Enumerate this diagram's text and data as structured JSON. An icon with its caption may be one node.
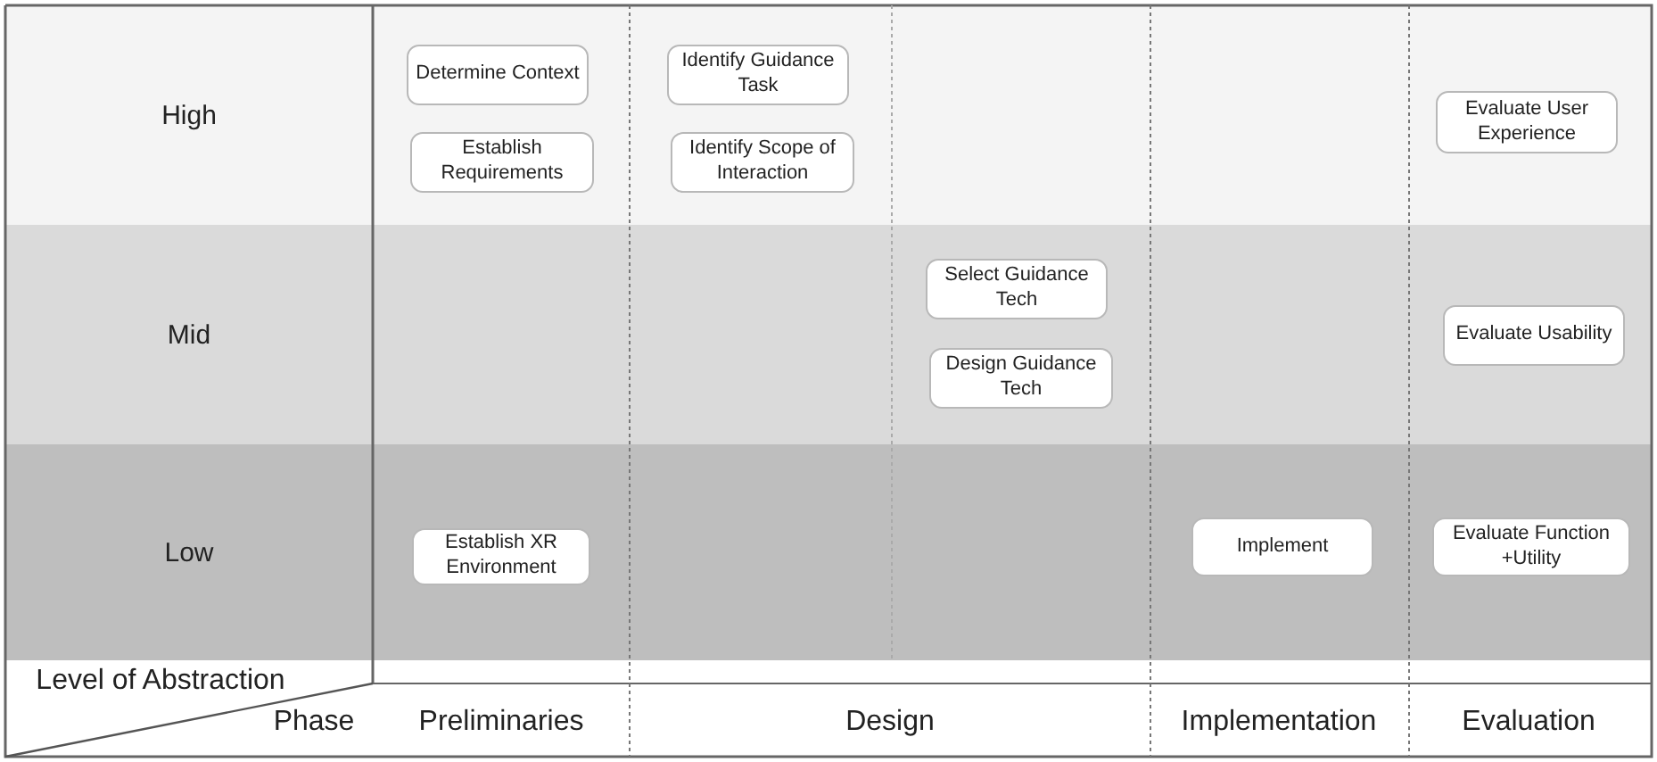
{
  "diagram": {
    "nodes": [
      {
        "text": [
          "High"
        ]
      },
      {
        "text": [
          "Mid"
        ]
      },
      {
        "text": [
          "Low"
        ]
      },
      {
        "text": [
          "Determine Context"
        ],
        "in": 0
      },
      {
        "text": [
          "Establish Requirements"
        ],
        "in": 0
      },
      {
        "text": [
          "Identify Guidance Task"
        ],
        "in": 0
      },
      {
        "text": [
          "Identify Scope of Interaction"
        ],
        "in": 0
      },
      {
        "text": [
          "Evaluate User Experience"
        ],
        "in": 0
      },
      {
        "text": [
          "Select Guidance Tech"
        ],
        "in": 1
      },
      {
        "text": [
          "Design Guidance Tech"
        ],
        "in": 1
      },
      {
        "text": [
          "Evaluate Usability"
        ],
        "in": 1
      },
      {
        "text": [
          "Establish XR Environment"
        ],
        "in": 2
      },
      {
        "text": [
          "Implement"
        ],
        "in": 2
      },
      {
        "text": [
          "Evaluate Function +Utility"
        ],
        "in": 2
      }
    ],
    "labels": [
      "Level of Abstraction",
      "Phase",
      "Preliminaries",
      "Design",
      "Implementation",
      "Evaluation"
    ]
  }
}
